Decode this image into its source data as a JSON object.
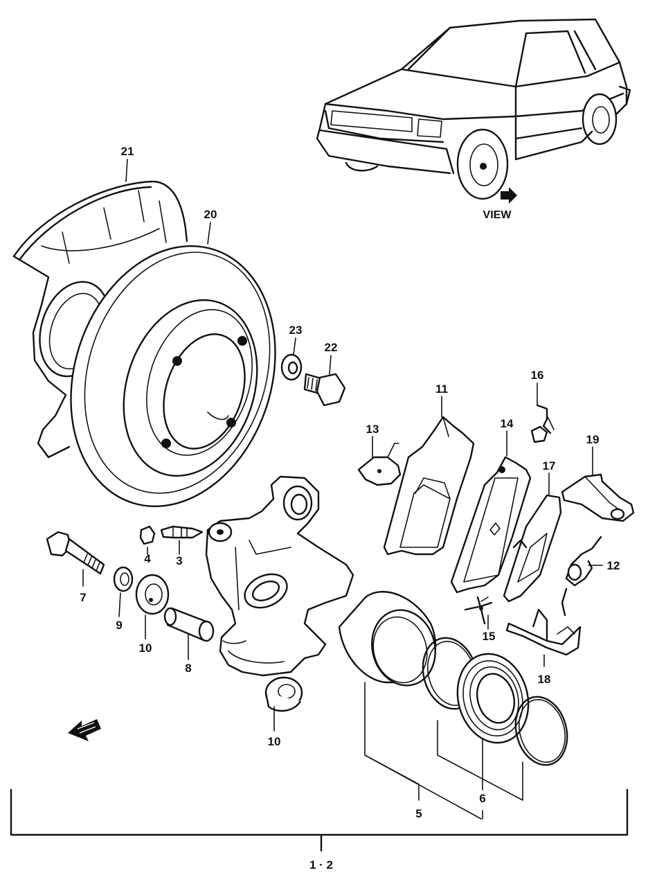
{
  "diagram": {
    "view_label": "VIEW",
    "assembly_label": "1 · 2",
    "callouts": {
      "p21": "21",
      "p20": "20",
      "p23": "23",
      "p22": "22",
      "p16": "16",
      "p11": "11",
      "p13": "13",
      "p14": "14",
      "p19": "19",
      "p17": "17",
      "p12": "12",
      "p4": "4",
      "p3": "3",
      "p7": "7",
      "p9": "9",
      "p10a": "10",
      "p8": "8",
      "p15": "15",
      "p18": "18",
      "p10b": "10",
      "p5": "5",
      "p6": "6"
    }
  }
}
